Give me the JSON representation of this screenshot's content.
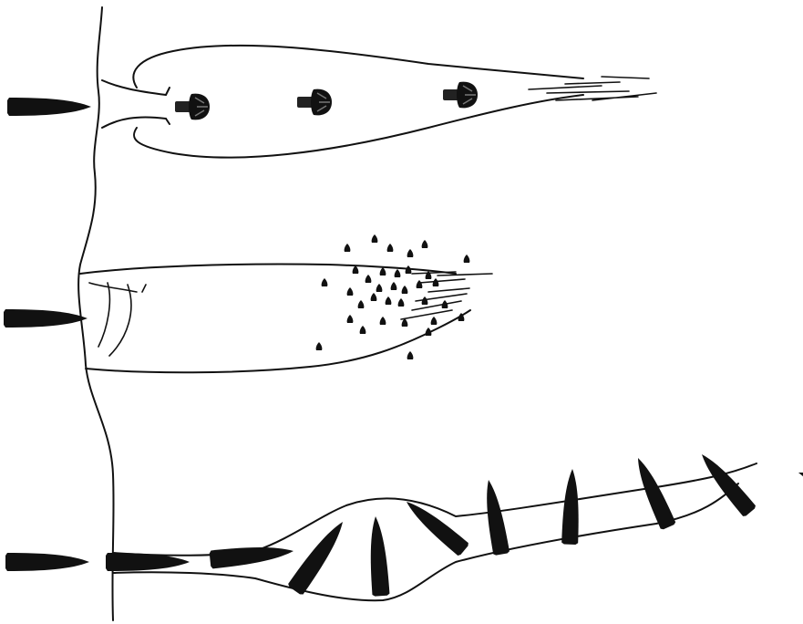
{
  "figure": {
    "rows": [
      {
        "id": "expanding-bullet",
        "wound_shape": "tapered-cavity",
        "fragments": 3
      },
      {
        "id": "fragmenting-bullet",
        "wound_shape": "wide-cavity",
        "fragments": 34
      },
      {
        "id": "tumbling-bullet",
        "wound_shape": "stretch-cavity",
        "positions": 11
      }
    ],
    "colors": {
      "ink": "#111111",
      "background": "#ffffff"
    }
  }
}
